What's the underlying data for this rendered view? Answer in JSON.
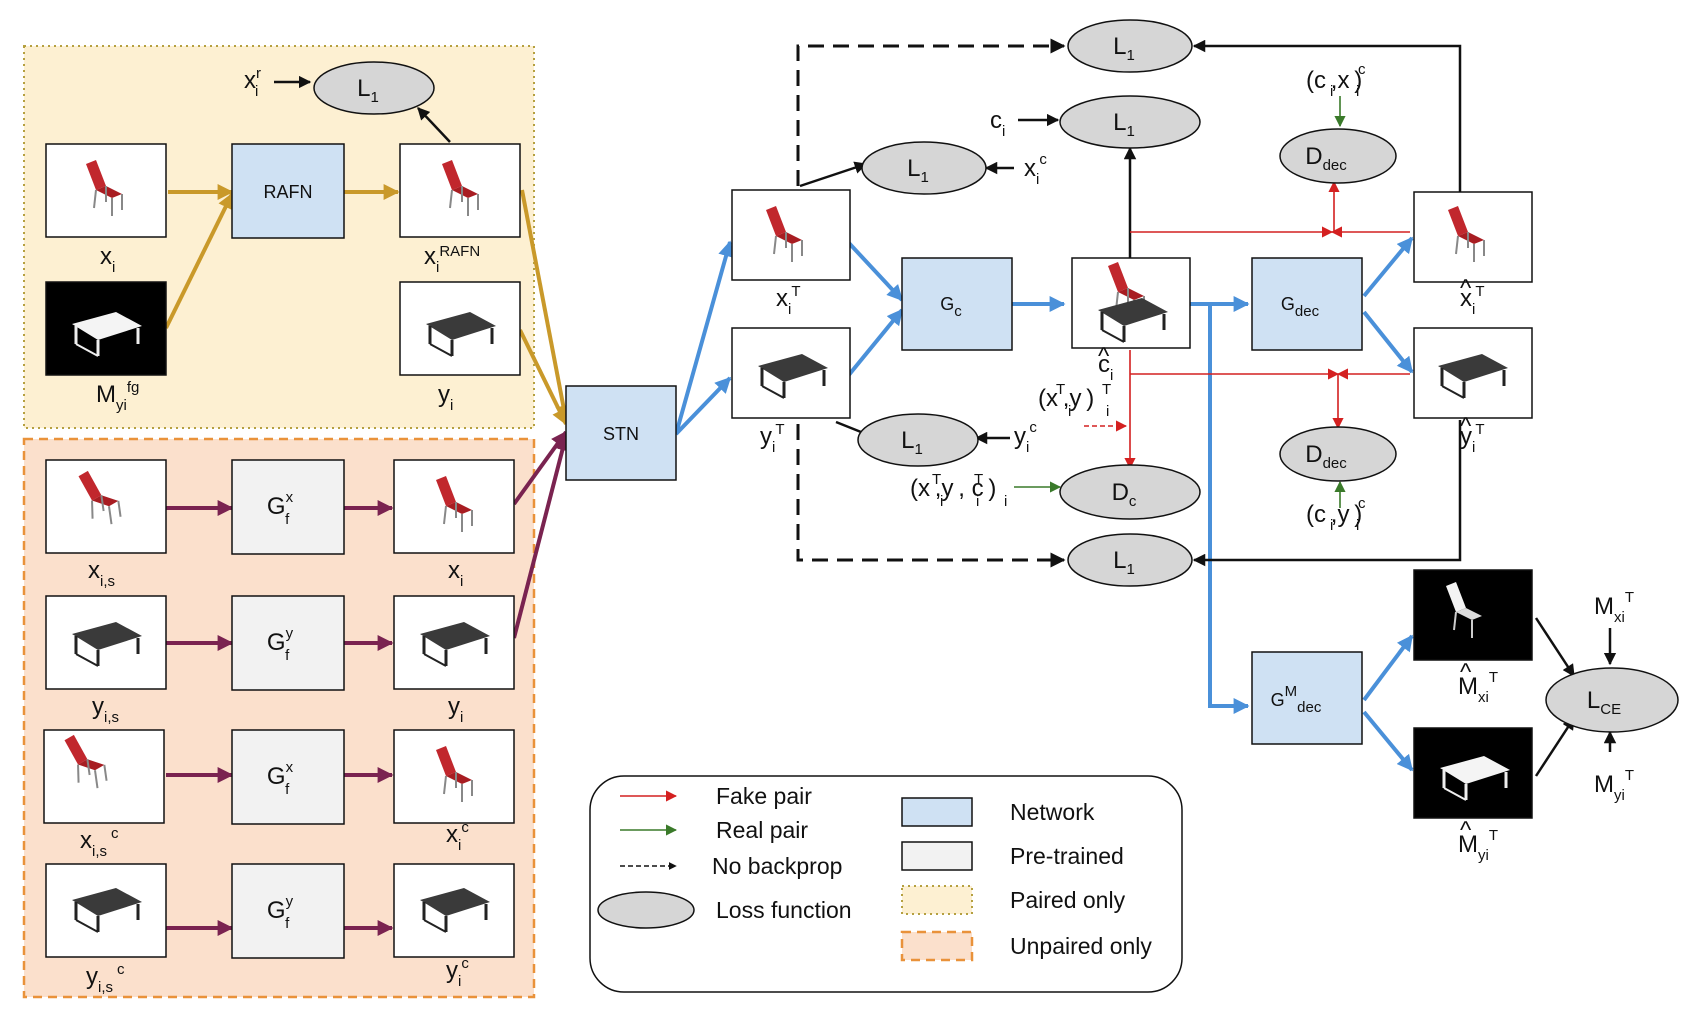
{
  "colors": {
    "paired_region": "#fdf0d2",
    "paired_border": "#b5a040",
    "unpaired_region": "#fbe0cc",
    "unpaired_border": "#e9923a",
    "network_fill": "#cfe1f3",
    "pretrained_fill": "#f2f2f2",
    "loss_fill": "#d6d6d6",
    "gold_arrow": "#c9992a",
    "maroon_arrow": "#7a2350",
    "blue_arrow": "#4a90d9",
    "fake_pair": "#d42020",
    "real_pair": "#3a7a2a",
    "chair_red": "#c1272d",
    "table_gray": "#3a3a3a"
  },
  "networks": {
    "rafn": "RAFN",
    "stn": "STN",
    "gc": {
      "main": "G",
      "sub": "c"
    },
    "gdec": {
      "main": "G",
      "sub": "dec"
    },
    "gmdec": {
      "main": "G",
      "sup": "M",
      "sub": "dec"
    },
    "gfx": {
      "main": "G",
      "sub": "f",
      "sup": "x"
    },
    "gfy": {
      "main": "G",
      "sub": "f",
      "sup": "y"
    }
  },
  "losses": {
    "l1": {
      "main": "L",
      "sub": "1"
    },
    "dc": {
      "main": "D",
      "sub": "c"
    },
    "ddec": {
      "main": "D",
      "sub": "dec"
    },
    "lce": {
      "main": "L",
      "sub": "CE"
    }
  },
  "labels": {
    "x": "x",
    "y": "y",
    "c": "c",
    "M": "M",
    "i": "i",
    "is": "i,s",
    "T": "T",
    "r": "r",
    "fg": "fg",
    "yi": "yi",
    "xi": "xi",
    "RAFN": "RAFN",
    "hat": "^",
    "pair_xc": "(c ,x )",
    "pair_yc": "(c ,y )",
    "pair_xy": "(x ,y )",
    "pair_xyc": "(x ,y , c )"
  },
  "legend": {
    "fake_pair": "Fake pair",
    "real_pair": "Real pair",
    "no_backprop": "No backprop",
    "loss_function": "Loss function",
    "network": "Network",
    "pretrained": "Pre-trained",
    "paired_only": "Paired only",
    "unpaired_only": "Unpaired only"
  }
}
